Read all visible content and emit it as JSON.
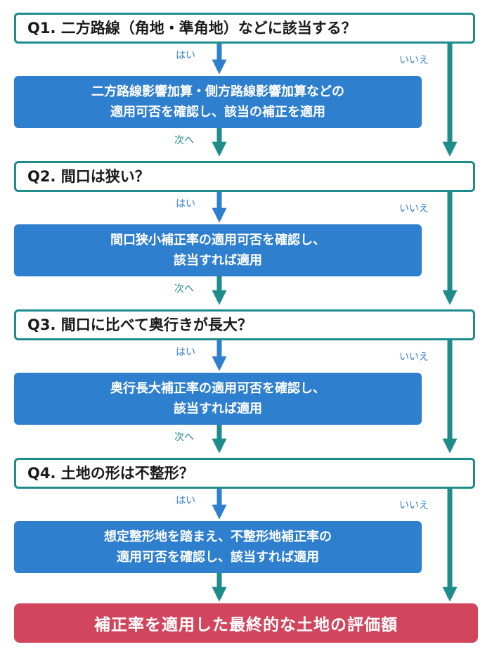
{
  "questions": [
    "Q1. 二方路線（角地・準角地）などに該当する？",
    "Q2. 間口は狭い？",
    "Q3. 間口に比べて奥行きが長大？",
    "Q4. 土地の形は不整形？"
  ],
  "actions": [
    "二方路線影響加算・側方路線影響加算などの\n適用可否を確認し、該当の補正を適用",
    "間口狭小補正率の適用可否を確認し、\n該当すれば適用",
    "奥行長大補正率の適用可否を確認し、\n該当すれば適用",
    "想定整形地を踏まえ、不整形地補正率の\n適用可否を確認し、該当すれば適用"
  ],
  "labels": {
    "yes": "はい",
    "no": "いいえ",
    "next": "次へ"
  },
  "final": "補正率を適用した最終的な土地の評価額",
  "colors": {
    "teal": "#1e8c8a",
    "blue": "#2f7fcf",
    "red": "#d2465d"
  }
}
